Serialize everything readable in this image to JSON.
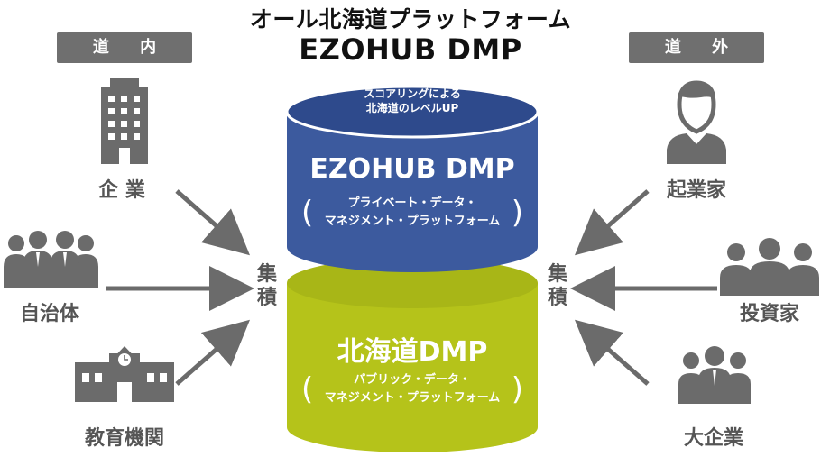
{
  "title": {
    "line1": "オール北海道プラットフォーム",
    "line2": "EZOHUB DMP"
  },
  "left_tag": "道 内",
  "right_tag": "道 外",
  "left_sources": {
    "company": "企 業",
    "municipality": "自治体",
    "education": "教育機関"
  },
  "right_sources": {
    "entrepreneur": "起業家",
    "investor": "投資家",
    "big_company": "大企業"
  },
  "accumulate_label": [
    "集",
    "積"
  ],
  "cylinder_top": {
    "cap_line1": "スコアリングによる",
    "cap_line2": "北海道のレベルUP",
    "name": "EZOHUB DMP",
    "desc_line1": "プライベート・データ・",
    "desc_line2": "マネジメント・プラットフォーム",
    "color": "#3c5a9e",
    "cap_color": "#2e4a8c"
  },
  "cylinder_bottom": {
    "name": "北海道DMP",
    "desc_line1": "パブリック・データ・",
    "desc_line2": "マネジメント・プラットフォーム",
    "color": "#b5c31a",
    "cap_color": "#a8b617"
  },
  "colors": {
    "icon_gray": "#6b6b6b",
    "arrow_gray": "#6b6b6b"
  },
  "icons": [
    "building-icon",
    "people-group-icon",
    "school-icon",
    "person-icon",
    "people-trio-icon",
    "business-group-icon"
  ]
}
